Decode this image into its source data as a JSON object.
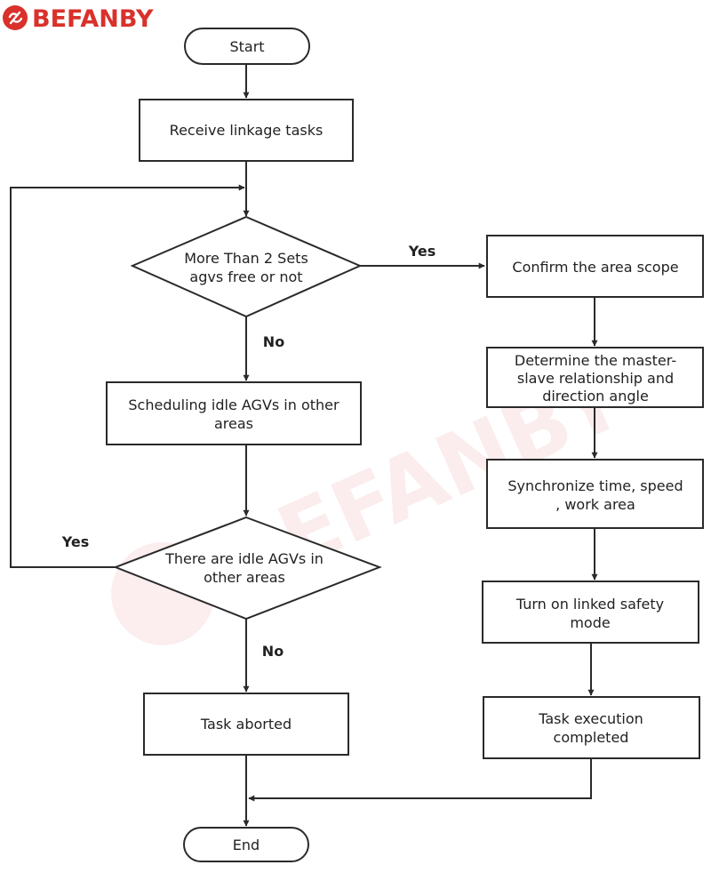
{
  "brand": {
    "name": "BEFANBY",
    "watermark": "BEFANBY",
    "color": "#d9312b"
  },
  "nodes": {
    "start": "Start",
    "receive": "Receive linkage tasks",
    "check_agvs": [
      "More Than 2 Sets",
      "agvs free or not"
    ],
    "confirm_area": "Confirm the area scope",
    "determine": [
      "Determine the master-",
      "slave relationship and",
      "direction angle"
    ],
    "scheduling": [
      "Scheduling idle AGVs in other",
      "areas"
    ],
    "synchronize": [
      "Synchronize time, speed",
      ", work area"
    ],
    "idle_other": [
      "There are idle AGVs in",
      "other areas"
    ],
    "safety": [
      "Turn on linked safety",
      "mode"
    ],
    "aborted": "Task aborted",
    "execution": [
      "Task execution",
      "completed"
    ],
    "end": "End"
  },
  "edge_labels": {
    "check_yes": "Yes",
    "check_no": "No",
    "idle_yes": "Yes",
    "idle_no": "No"
  }
}
